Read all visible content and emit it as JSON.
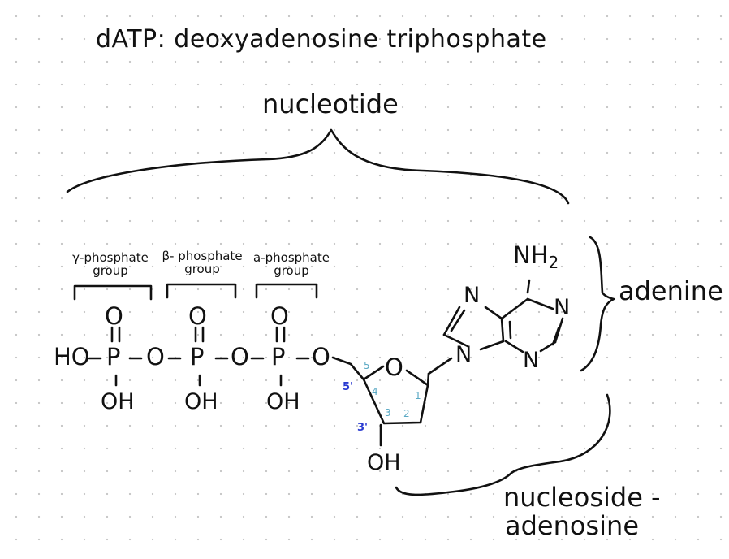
{
  "title": "dATP: deoxyadenosine triphosphate",
  "labels": {
    "nucleotide": "nucleotide",
    "adenine": "adenine",
    "nucleoside_line1": "nucleoside -",
    "nucleoside_line2": "adenosine",
    "gamma_line1": "γ-phosphate",
    "gamma_line2": "group",
    "beta_line1": "β- phosphate",
    "beta_line2": "group",
    "alpha_line1": "a-phosphate",
    "alpha_line2": "group"
  },
  "atoms": {
    "ho": "HO",
    "p": "P",
    "o": "O",
    "oh": "OH",
    "n": "N",
    "nh2": "NH",
    "nh2_sub": "2"
  },
  "carbon_numbers": [
    "1",
    "2",
    "3",
    "4",
    "5"
  ],
  "primes": [
    "5'",
    "3'"
  ],
  "colors": {
    "ink": "#111111",
    "carbon_number": "#5aa9c4",
    "prime_label": "#2a3bd1",
    "grid_dot": "#c9c9c9"
  }
}
